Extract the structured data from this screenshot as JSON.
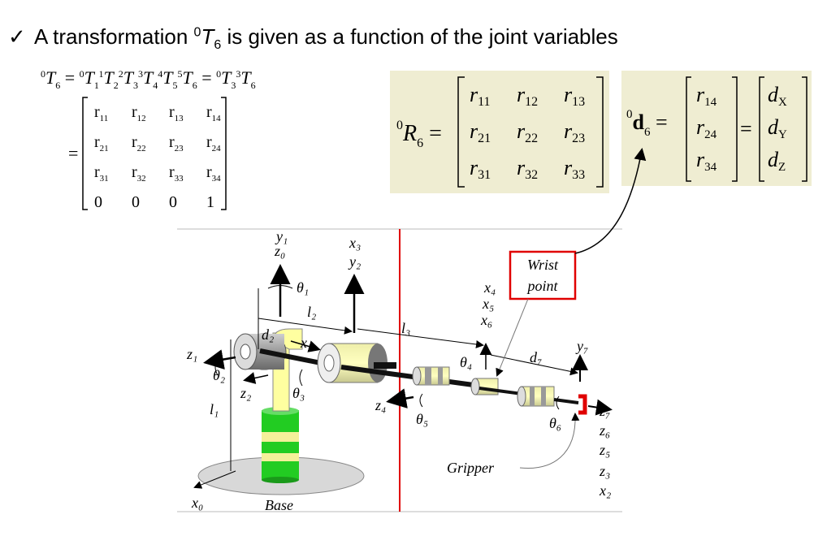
{
  "slide": {
    "bullet_icon": "checkmark-icon",
    "headline_pre": "A transformation ",
    "headline_sup": "0",
    "headline_T": "T",
    "headline_sub": "6",
    "headline_post": " is given as a function of the joint variables"
  },
  "equation": {
    "line1": "⁰T₆ = ⁰T₁ ¹T₂ ²T₃ ³T₄ ⁴T₅ ⁵T₆ = ⁰T₃ ³T₆",
    "matrix": [
      [
        "r11",
        "r12",
        "r13",
        "r14"
      ],
      [
        "r21",
        "r22",
        "r23",
        "r24"
      ],
      [
        "r31",
        "r32",
        "r33",
        "r34"
      ],
      [
        "0",
        "0",
        "0",
        "1"
      ]
    ],
    "R_matrix": [
      [
        "r11",
        "r12",
        "r13"
      ],
      [
        "r21",
        "r22",
        "r23"
      ],
      [
        "r31",
        "r32",
        "r33"
      ]
    ],
    "d_vector": [
      "r14",
      "r24",
      "r34"
    ],
    "d_components": [
      "dX",
      "dY",
      "dZ"
    ]
  },
  "diagram": {
    "labels": {
      "y1": "y₁",
      "z0": "z₀",
      "x3": "x₃",
      "y2": "y₂",
      "theta1": "θ₁",
      "l2": "l₂",
      "d2": "d₂",
      "x1": "x₁",
      "z1": "z₁",
      "theta2": "θ₂",
      "z2": "z₂",
      "theta3": "θ₃",
      "l1": "l₁",
      "x0": "x₀",
      "base": "Base",
      "l3": "l₃",
      "x4": "x₄",
      "x5": "x₅",
      "x6": "x₆",
      "theta4": "θ₄",
      "d7": "d₇",
      "y7": "y₇",
      "z4": "z₄",
      "theta5": "θ₅",
      "theta6": "θ₆",
      "z7": "z₇",
      "z6": "z₆",
      "z5": "z₅",
      "z3": "z₃",
      "x2": "x₂",
      "gripper": "Gripper",
      "wrist1": "Wrist",
      "wrist2": "point"
    }
  }
}
